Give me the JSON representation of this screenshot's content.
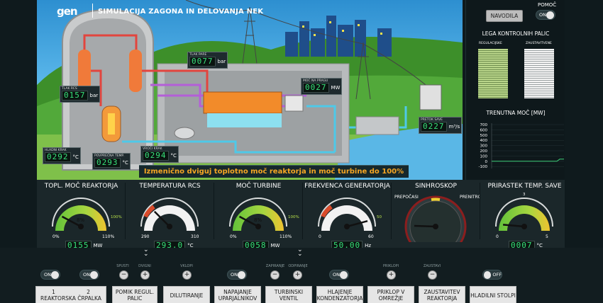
{
  "app": {
    "title": "SIMULACIJA ZAGONA IN DELOVANJA NEK",
    "logo_text": "gen"
  },
  "scene": {
    "readouts": {
      "tlak_pare": {
        "label": "TLAK PARE",
        "value": "0077",
        "unit": "bar"
      },
      "tlak_rcs": {
        "label": "TLAK RCS",
        "value": "0157",
        "unit": "bar"
      },
      "moc_na_pragu": {
        "label": "MOČ NA PRAGU",
        "value": "0027",
        "unit": "MW"
      },
      "pretok_save": {
        "label": "PRETOK SAVE",
        "value": "0227",
        "unit": "m³/s"
      },
      "hladni_krak": {
        "label": "HLADNI KRAK",
        "value": "0292",
        "unit": "°C"
      },
      "povprecna_temp": {
        "label": "POVPREČNA TEMP.",
        "value": "0293",
        "unit": "°C"
      },
      "vroci_krak": {
        "label": "VROČI KRAK",
        "value": "0294",
        "unit": "°C"
      }
    },
    "banner": "Izmenično dviguj toplotno moč reaktorja in moč turbine do 100%"
  },
  "right_panel": {
    "help_label": "POMOČ",
    "help_toggle": "ON",
    "navodila_button": "NAVODILA",
    "rods_title": "LEGA KONTROLNIH PALIC",
    "rods_regul_label": "REGULACIJSKE",
    "rods_zaust_label": "ZAUSTAVITVENE",
    "power_title": "TRENUTNA MOČ [MW]",
    "power_ticks": [
      "700",
      "600",
      "500",
      "400",
      "300",
      "200",
      "100",
      "0",
      "-100"
    ]
  },
  "gauges": [
    {
      "title": "TOPL. MOČ REAKTORJA",
      "value": "0155",
      "unit": "MW",
      "center": "8%",
      "min": "0%",
      "max": "110%",
      "mark": "100%"
    },
    {
      "title": "TEMPERATURA RCS",
      "value": "293.0",
      "unit": "°C",
      "center": "",
      "min": "290",
      "max": "310",
      "mark": ""
    },
    {
      "title": "MOČ TURBINE",
      "value": "0058",
      "unit": "MW",
      "center": "8%",
      "min": "0%",
      "max": "110%",
      "mark": "100%"
    },
    {
      "title": "FREKVENCA GENERATORJA",
      "value": "50.00",
      "unit": "Hz",
      "center": "",
      "min": "0",
      "max": "60",
      "mark": "50"
    },
    {
      "title": "SINHROSKOP",
      "value": "",
      "unit": "",
      "center": "",
      "min": "PREPOČASI",
      "max": "PRENITRO",
      "mark": ""
    },
    {
      "title": "PRIRASTEK TEMP. SAVE",
      "value": "0007",
      "unit": "°C",
      "center": "",
      "min": "0",
      "max": "5",
      "mark": "3"
    }
  ],
  "controls": {
    "toggles": [
      "ON",
      "ON",
      "ON",
      "ON",
      "OFF"
    ],
    "small_labels": {
      "spusti": "SPUSTI",
      "dvigni": "DVIGNI",
      "vklopi": "VKLOPI",
      "zapiranje": "ZAPIRANJE",
      "odpiranje": "ODPIRANJE",
      "priklopi": "PRIKLOPI",
      "zaustavi": "ZAUSTAVI"
    },
    "pump_numbers": [
      "1",
      "2"
    ],
    "buttons": [
      "REAKTORSKA ČRPALKA",
      "POMIK REGUL. PALIC",
      "DILUTIRANJE",
      "NAPAJANJE UPARJALNIKOV",
      "TURBINSKI VENTIL",
      "HLAJENJE KONDENZATORJA",
      "PRIKLOP V OMREŽJE",
      "ZAUSTAVITEV REAKTORJA",
      "HLADILNI STOLPI"
    ]
  }
}
